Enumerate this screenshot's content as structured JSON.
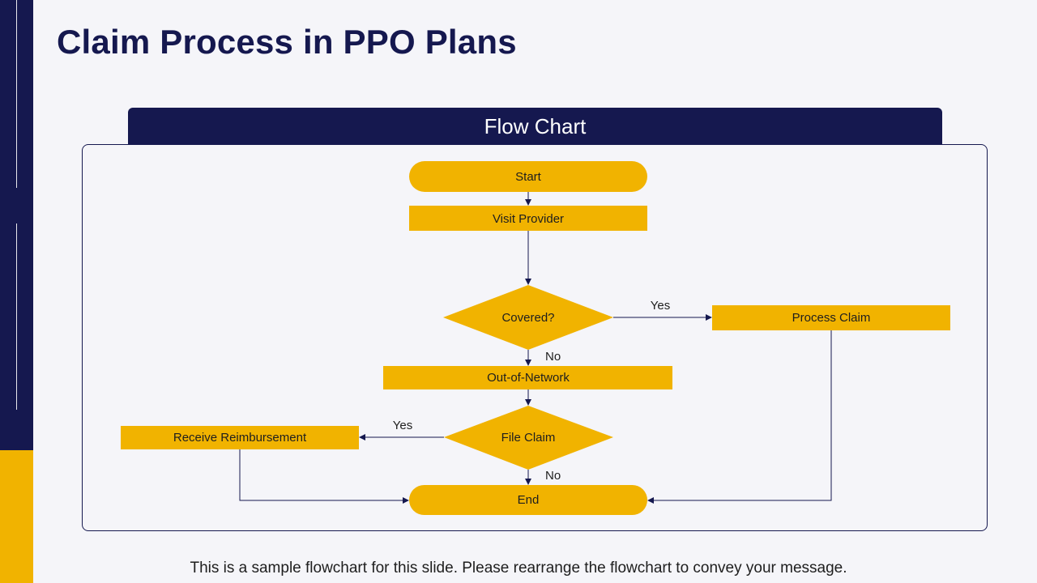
{
  "slide": {
    "title": "Claim Process in PPO Plans",
    "panel_header": "Flow Chart",
    "footer_note": "This is a sample flowchart for this slide. Please rearrange the flowchart to convey your message."
  },
  "colors": {
    "navy": "#15184f",
    "gold": "#f1b300",
    "background": "#f5f5f9",
    "text": "#1e1e1e"
  },
  "flowchart": {
    "nodes": {
      "start": "Start",
      "visit_provider": "Visit Provider",
      "covered": "Covered?",
      "process_claim": "Process Claim",
      "out_of_network": "Out-of-Network",
      "file_claim": "File Claim",
      "receive_reimbursement": "Receive Reimbursement",
      "end": "End"
    },
    "edge_labels": {
      "covered_yes": "Yes",
      "covered_no": "No",
      "file_claim_yes": "Yes",
      "file_claim_no": "No"
    }
  }
}
